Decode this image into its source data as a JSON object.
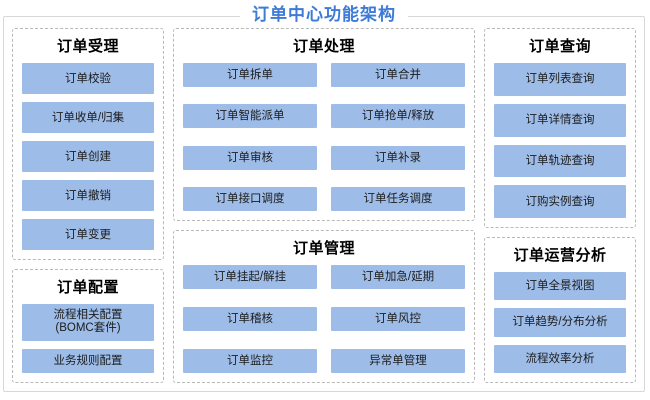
{
  "diagram": {
    "title": "订单中心功能架构",
    "title_color": "#3d7bd6",
    "item_color": "#9dbce8",
    "border_color": "#b9b9b9",
    "groups": [
      {
        "id": "order-acceptance",
        "title": "订单受理",
        "layout": "one-column",
        "items": [
          "订单校验",
          "订单收单/归集",
          "订单创建",
          "订单撤销",
          "订单变更"
        ]
      },
      {
        "id": "order-configuration",
        "title": "订单配置",
        "layout": "one-column",
        "items": [
          "流程相关配置\n(BOMC套件)",
          "业务规则配置"
        ]
      },
      {
        "id": "order-processing",
        "title": "订单处理",
        "layout": "two-column",
        "items": [
          "订单拆单",
          "订单合并",
          "订单智能派单",
          "订单抢单/释放",
          "订单审核",
          "订单补录",
          "订单接口调度",
          "订单任务调度"
        ]
      },
      {
        "id": "order-management",
        "title": "订单管理",
        "layout": "two-column",
        "items": [
          "订单挂起/解挂",
          "订单加急/延期",
          "订单稽核",
          "订单风控",
          "订单监控",
          "异常单管理"
        ]
      },
      {
        "id": "order-query",
        "title": "订单查询",
        "layout": "one-column",
        "items": [
          "订单列表查询",
          "订单详情查询",
          "订单轨迹查询",
          "订购实例查询"
        ]
      },
      {
        "id": "order-operation-analysis",
        "title": "订单运营分析",
        "layout": "one-column",
        "items": [
          "订单全景视图",
          "订单趋势/分布分析",
          "流程效率分析"
        ]
      }
    ]
  }
}
